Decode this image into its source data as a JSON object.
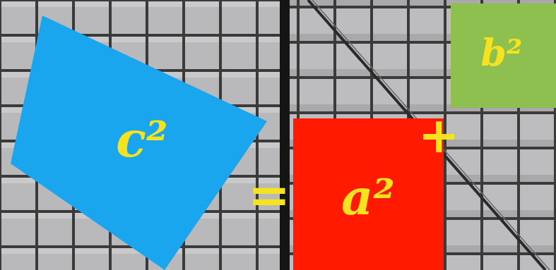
{
  "diagram": {
    "nodes": [
      {
        "text": [
          "c²"
        ]
      },
      {
        "text": [
          "a²"
        ]
      },
      {
        "text": [
          "b²"
        ]
      }
    ],
    "labels": [
      "=",
      "+"
    ]
  }
}
